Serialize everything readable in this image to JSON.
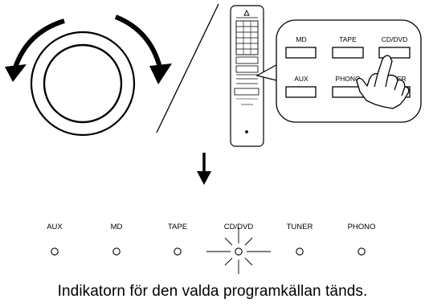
{
  "remote_buttons": {
    "md": "MD",
    "tape": "TAPE",
    "cd_dvd": "CD/DVD",
    "aux": "AUX",
    "phono": "PHONO",
    "tuner": "TUNER"
  },
  "indicators": [
    {
      "label": "AUX",
      "lit": false
    },
    {
      "label": "MD",
      "lit": false
    },
    {
      "label": "TAPE",
      "lit": false
    },
    {
      "label": "CD/DVD",
      "lit": true
    },
    {
      "label": "TUNER",
      "lit": false
    },
    {
      "label": "PHONO",
      "lit": false
    }
  ],
  "caption": "Indikatorn för den valda programkällan tänds."
}
